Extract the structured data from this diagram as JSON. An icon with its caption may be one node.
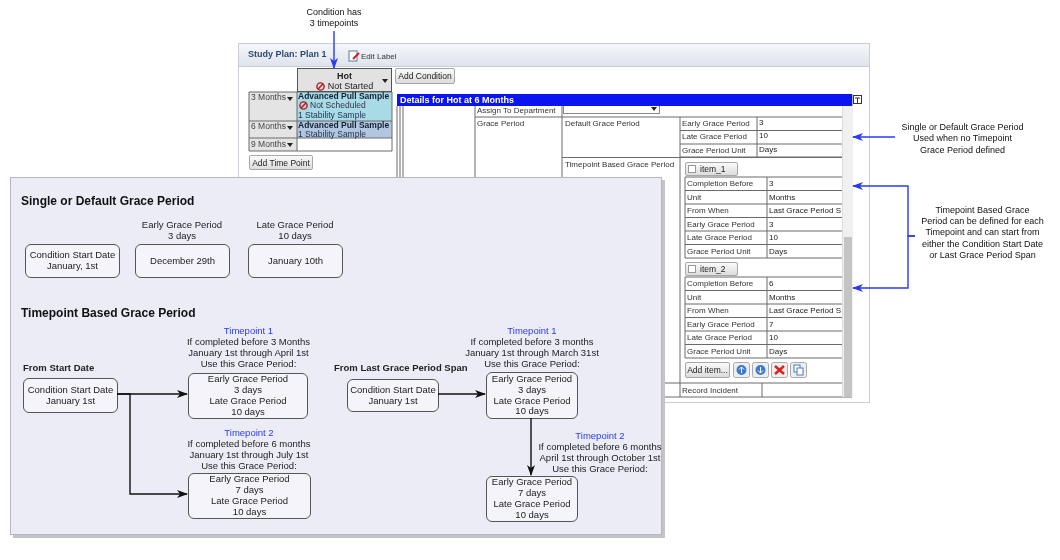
{
  "diagram": {
    "nodes": [
      {
        "text": [
          "Condition has 3 timepoints"
        ]
      },
      {
        "text": [
          "Hot",
          "Not Started"
        ]
      },
      {
        "text": [
          "Single or Default Grace Period Used when no Timepoint Grace Period defined"
        ]
      },
      {
        "text": [
          "Timepoint Based Grace Period can be defined for each Timepoint and can start from either the Condition Start Date or Last Grace Period Span"
        ]
      },
      {
        "text": [
          "Single or Default Grace Period",
          "Timepoint Based Grace Period"
        ]
      },
      {
        "text": [
          "Condition Start Date January, 1st"
        ],
        "in": 4
      },
      {
        "text": [
          "December 29th"
        ],
        "beside": [
          "Early Grace Period 3 days"
        ],
        "in": 4
      },
      {
        "text": [
          "January 10th"
        ],
        "beside": [
          "Late Grace Period 10 days"
        ],
        "in": 4
      },
      {
        "text": [
          "Condition Start Date January 1st"
        ],
        "beside": [
          "From Start Date"
        ],
        "in": 4
      },
      {
        "text": [
          "Early Grace Period 3 days",
          "Late Grace Period 10 days"
        ],
        "beside": [
          "Timepoint 1",
          "If completed before 3 Months January 1st through April 1st Use this Grace Period:"
        ],
        "in": 4
      },
      {
        "text": [
          "Early Grace Period 7 days",
          "Late Grace Period 10 days"
        ],
        "beside": [
          "Timepoint 2",
          "If completed before 6 months January 1st through July 1st Use this Grace Period:"
        ],
        "in": 4
      },
      {
        "text": [
          "Condition Start Date January 1st"
        ],
        "beside": [
          "From Last Grace Period Span"
        ],
        "in": 4
      },
      {
        "text": [
          "Early Grace Period 3 days",
          "Late Grace Period 10 days"
        ],
        "beside": [
          "Timepoint 1",
          "If completed before 3 months January 1st through March 31st Use this Grace Period:"
        ],
        "in": 4
      },
      {
        "text": [
          "Early Grace Period 7 days",
          "Late Grace Period 10 days"
        ],
        "beside": [
          "Timepoint 2",
          "If completed before 6 months April 1st through October 1st Use this Grace Period:"
        ],
        "in": 4
      }
    ],
    "edges": [
      {
        "from": 0,
        "to": 1,
        "arrow": "to",
        "color": "#2a3cf0"
      },
      {
        "from": 2,
        "to": null,
        "arrow": "to",
        "color": "#2a3cf0"
      },
      {
        "from": 3,
        "to": null,
        "arrow": "to",
        "color": "#2a3cf0"
      },
      {
        "from": 3,
        "to": null,
        "arrow": "to",
        "color": "#2a3cf0"
      },
      {
        "from": 8,
        "to": 9,
        "arrow": "to",
        "color": "#111111"
      },
      {
        "from": 8,
        "to": 10,
        "arrow": "to",
        "color": "#111111"
      },
      {
        "from": 11,
        "to": 12,
        "arrow": "to",
        "color": "#111111"
      },
      {
        "from": 12,
        "to": 13,
        "arrow": "to",
        "color": "#111111"
      }
    ],
    "labels": [
      "Study Plan: Plan 1",
      "Edit Label",
      "Add Condition",
      "3 Months",
      "Advanced Pull Sample",
      "Not Scheduled",
      "1 Stability Sample",
      "6 Months",
      "Advanced Pull Sample",
      "1 Stability Sample",
      "9 Months",
      "Add Time Point",
      "Details for Hot at 6 Months",
      "Assign To Department",
      "Grace Period",
      "Default Grace Period",
      "Early Grace Period",
      "3",
      "Late Grace Period",
      "10",
      "Grace Period Unit",
      "Days",
      "Timepoint Based Grace Period",
      "item_1",
      "Completion Before",
      "3",
      "Unit",
      "Months",
      "From When",
      "Last Grace Period S",
      "Early Grace Period",
      "3",
      "Late Grace Period",
      "10",
      "Grace Period Unit",
      "Days",
      "item_2",
      "Completion Before",
      "6",
      "Unit",
      "Months",
      "From When",
      "Last Grace Period S",
      "Early Grace Period",
      "7",
      "Late Grace Period",
      "10",
      "Grace Period Unit",
      "Days",
      "Add item...",
      "Record Incident"
    ]
  }
}
